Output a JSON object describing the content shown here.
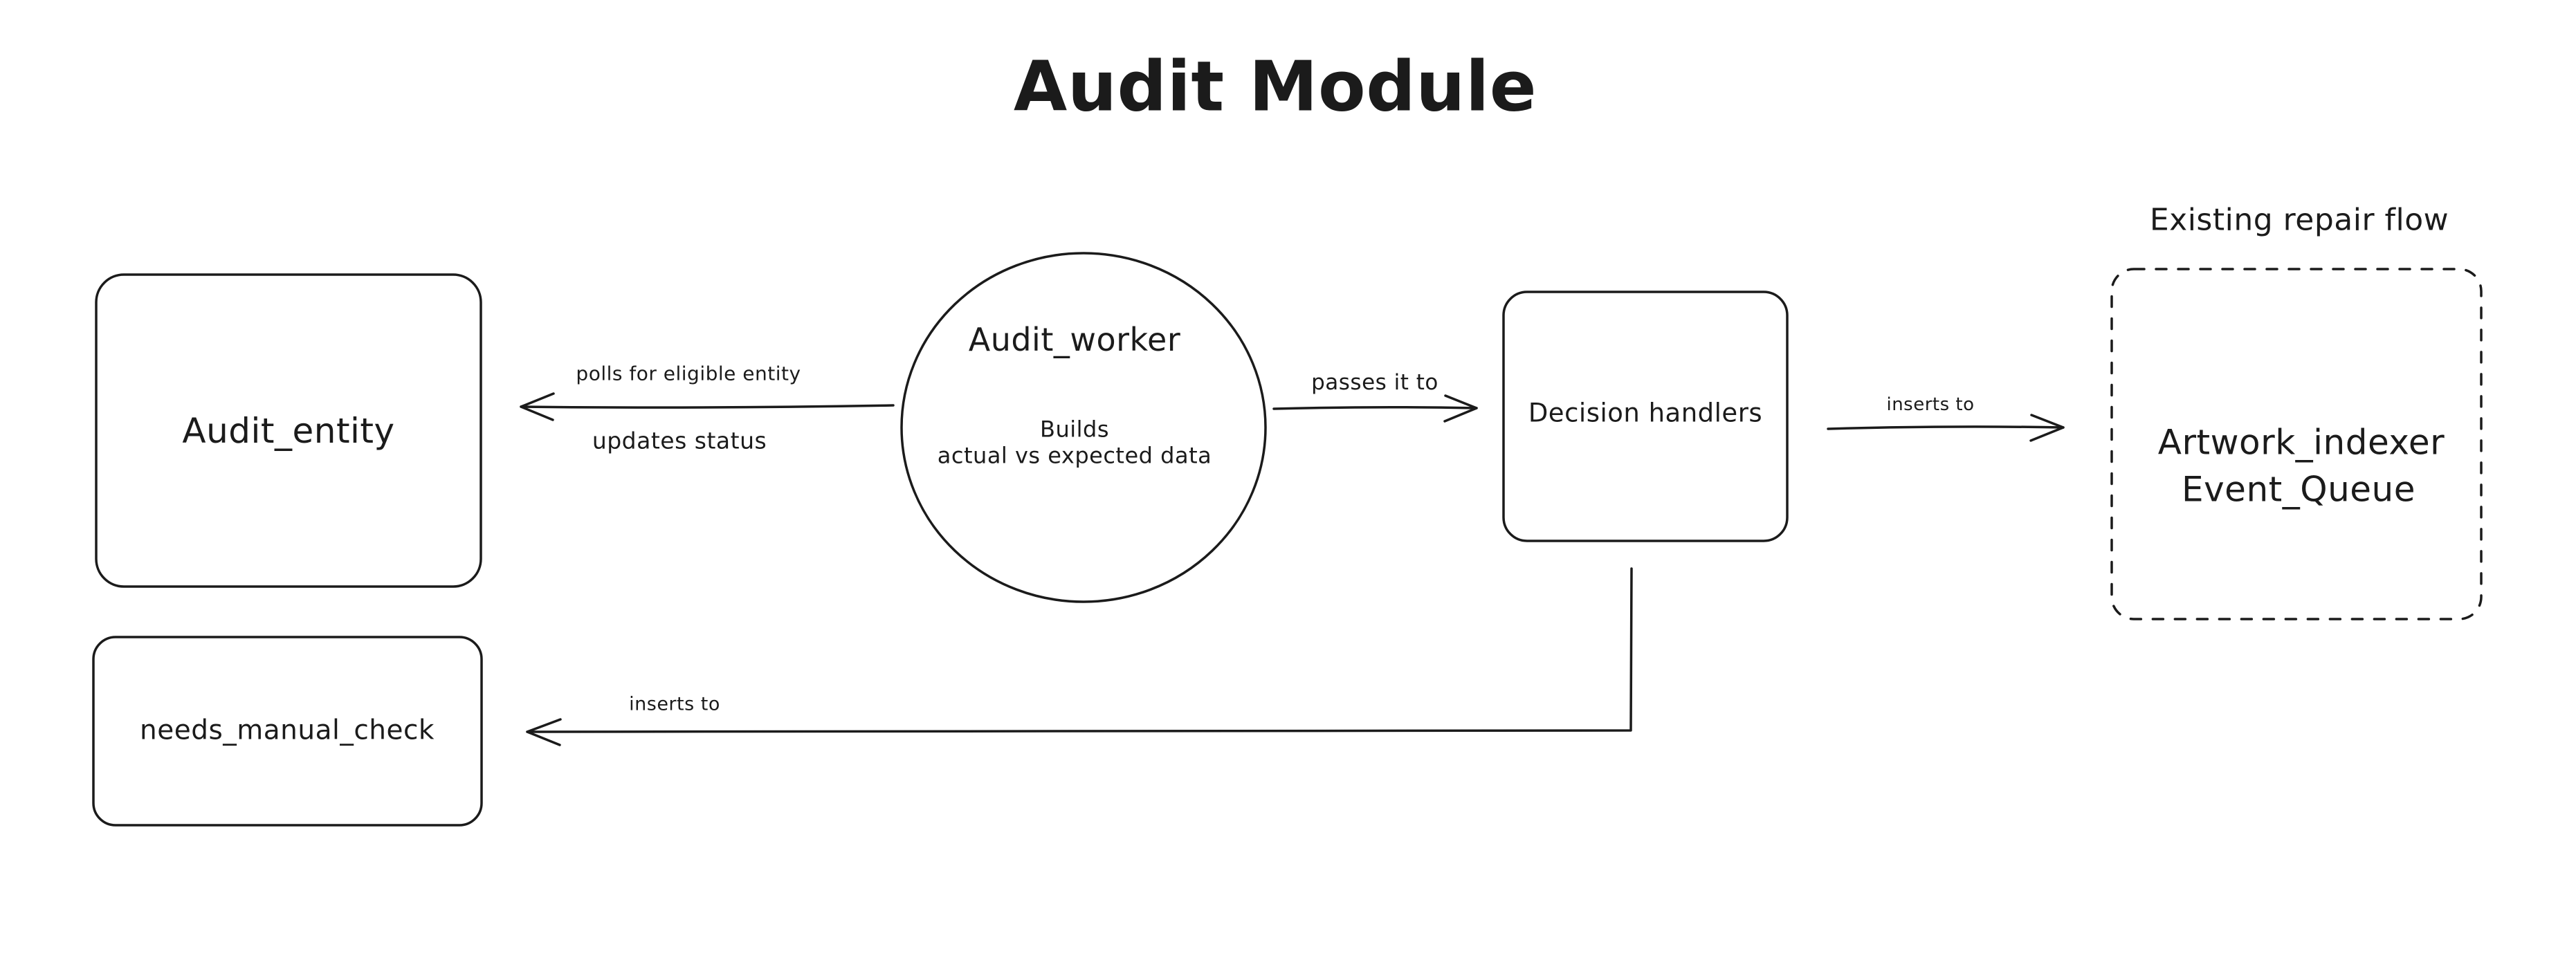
{
  "title": "Audit Module",
  "nodes": {
    "audit_entity": {
      "label": "Audit_entity"
    },
    "needs_manual_check": {
      "label": "needs_manual_check"
    },
    "audit_worker": {
      "name": "Audit_worker",
      "description_line1": "Builds",
      "description_line2": "actual vs expected data"
    },
    "decision_handlers": {
      "label": "Decision handlers"
    },
    "artwork_queue": {
      "group_label": "Existing repair flow",
      "line1": "Artwork_indexer",
      "line2": "Event_Queue"
    }
  },
  "edges": {
    "worker_to_entity": {
      "label_above": "polls for eligible entity",
      "label_below": "updates status"
    },
    "worker_to_decision": {
      "label": "passes it to"
    },
    "decision_to_queue": {
      "label": "inserts to"
    },
    "decision_to_manual_check": {
      "label": "inserts to"
    }
  },
  "colors": {
    "stroke": "#1b1b1b",
    "background": "#ffffff"
  }
}
